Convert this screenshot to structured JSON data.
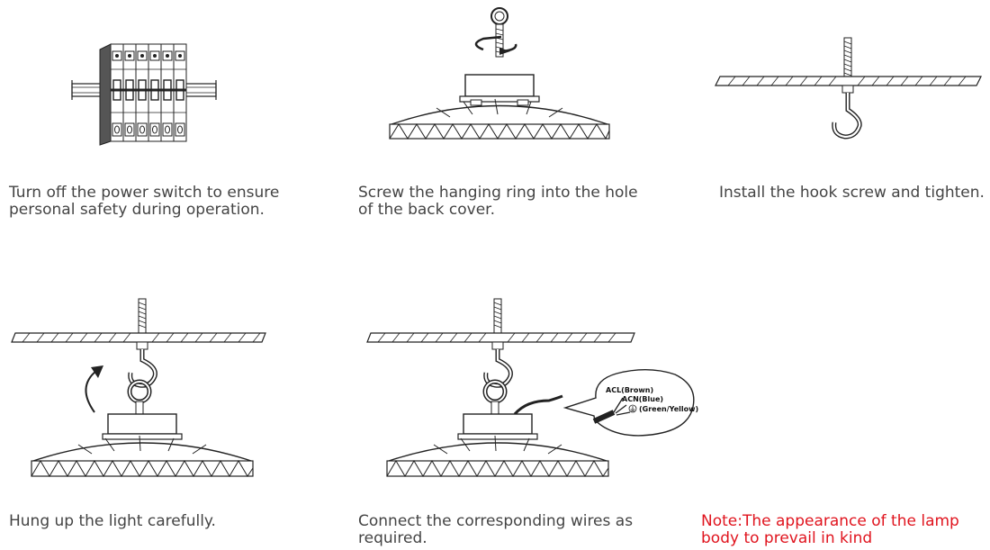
{
  "steps": [
    {
      "line1": "Turn off the power switch to ensure",
      "line2": "personal safety during operation."
    },
    {
      "line1": "Screw the hanging ring into the hole",
      "line2": "of the back cover."
    },
    {
      "line1": "Install the hook screw and tighten.",
      "line2": ""
    },
    {
      "line1": "Hung up the light carefully.",
      "line2": ""
    },
    {
      "line1": "Connect the corresponding wires as",
      "line2": "required."
    }
  ],
  "note": {
    "line1": "Note:The appearance of the lamp",
    "line2": "body to prevail in kind",
    "color": "#e0141e"
  },
  "wiring": {
    "live": "ACL(Brown)",
    "neutral": "ACN(Blue)",
    "ground": "(Green/Yellow)"
  },
  "colors": {
    "text": "#444444",
    "line": "#222222",
    "note": "#e0141e"
  }
}
